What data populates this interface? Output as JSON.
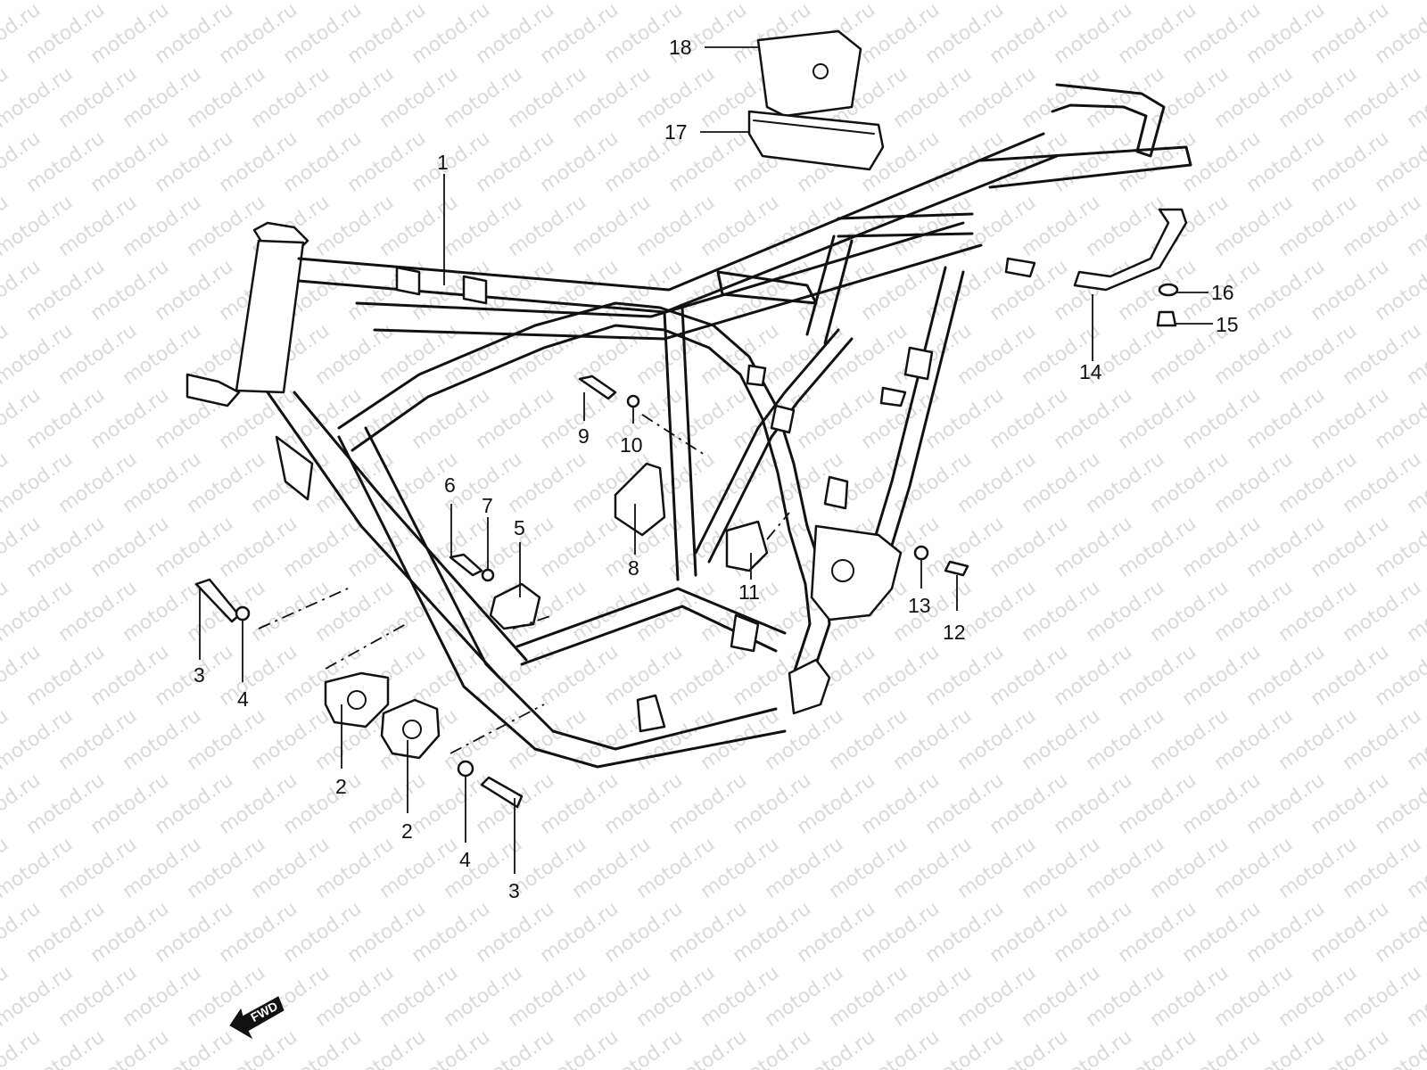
{
  "watermark": {
    "text": "motod.ru",
    "color": "#d9d9d9"
  },
  "diagram": {
    "line_color": "#111111",
    "background": "#ffffff",
    "callouts": [
      {
        "id": "c1",
        "text": "1"
      },
      {
        "id": "c2a",
        "text": "2"
      },
      {
        "id": "c2b",
        "text": "2"
      },
      {
        "id": "c3a",
        "text": "3"
      },
      {
        "id": "c3b",
        "text": "3"
      },
      {
        "id": "c4a",
        "text": "4"
      },
      {
        "id": "c4b",
        "text": "4"
      },
      {
        "id": "c5",
        "text": "5"
      },
      {
        "id": "c6",
        "text": "6"
      },
      {
        "id": "c7",
        "text": "7"
      },
      {
        "id": "c8",
        "text": "8"
      },
      {
        "id": "c9",
        "text": "9"
      },
      {
        "id": "c10",
        "text": "10"
      },
      {
        "id": "c11",
        "text": "11"
      },
      {
        "id": "c12",
        "text": "12"
      },
      {
        "id": "c13",
        "text": "13"
      },
      {
        "id": "c14",
        "text": "14"
      },
      {
        "id": "c15",
        "text": "15"
      },
      {
        "id": "c16",
        "text": "16"
      },
      {
        "id": "c17",
        "text": "17"
      },
      {
        "id": "c18",
        "text": "18"
      }
    ],
    "fwd_label": "FWD",
    "fwd_icon": "arrow-left-icon"
  }
}
